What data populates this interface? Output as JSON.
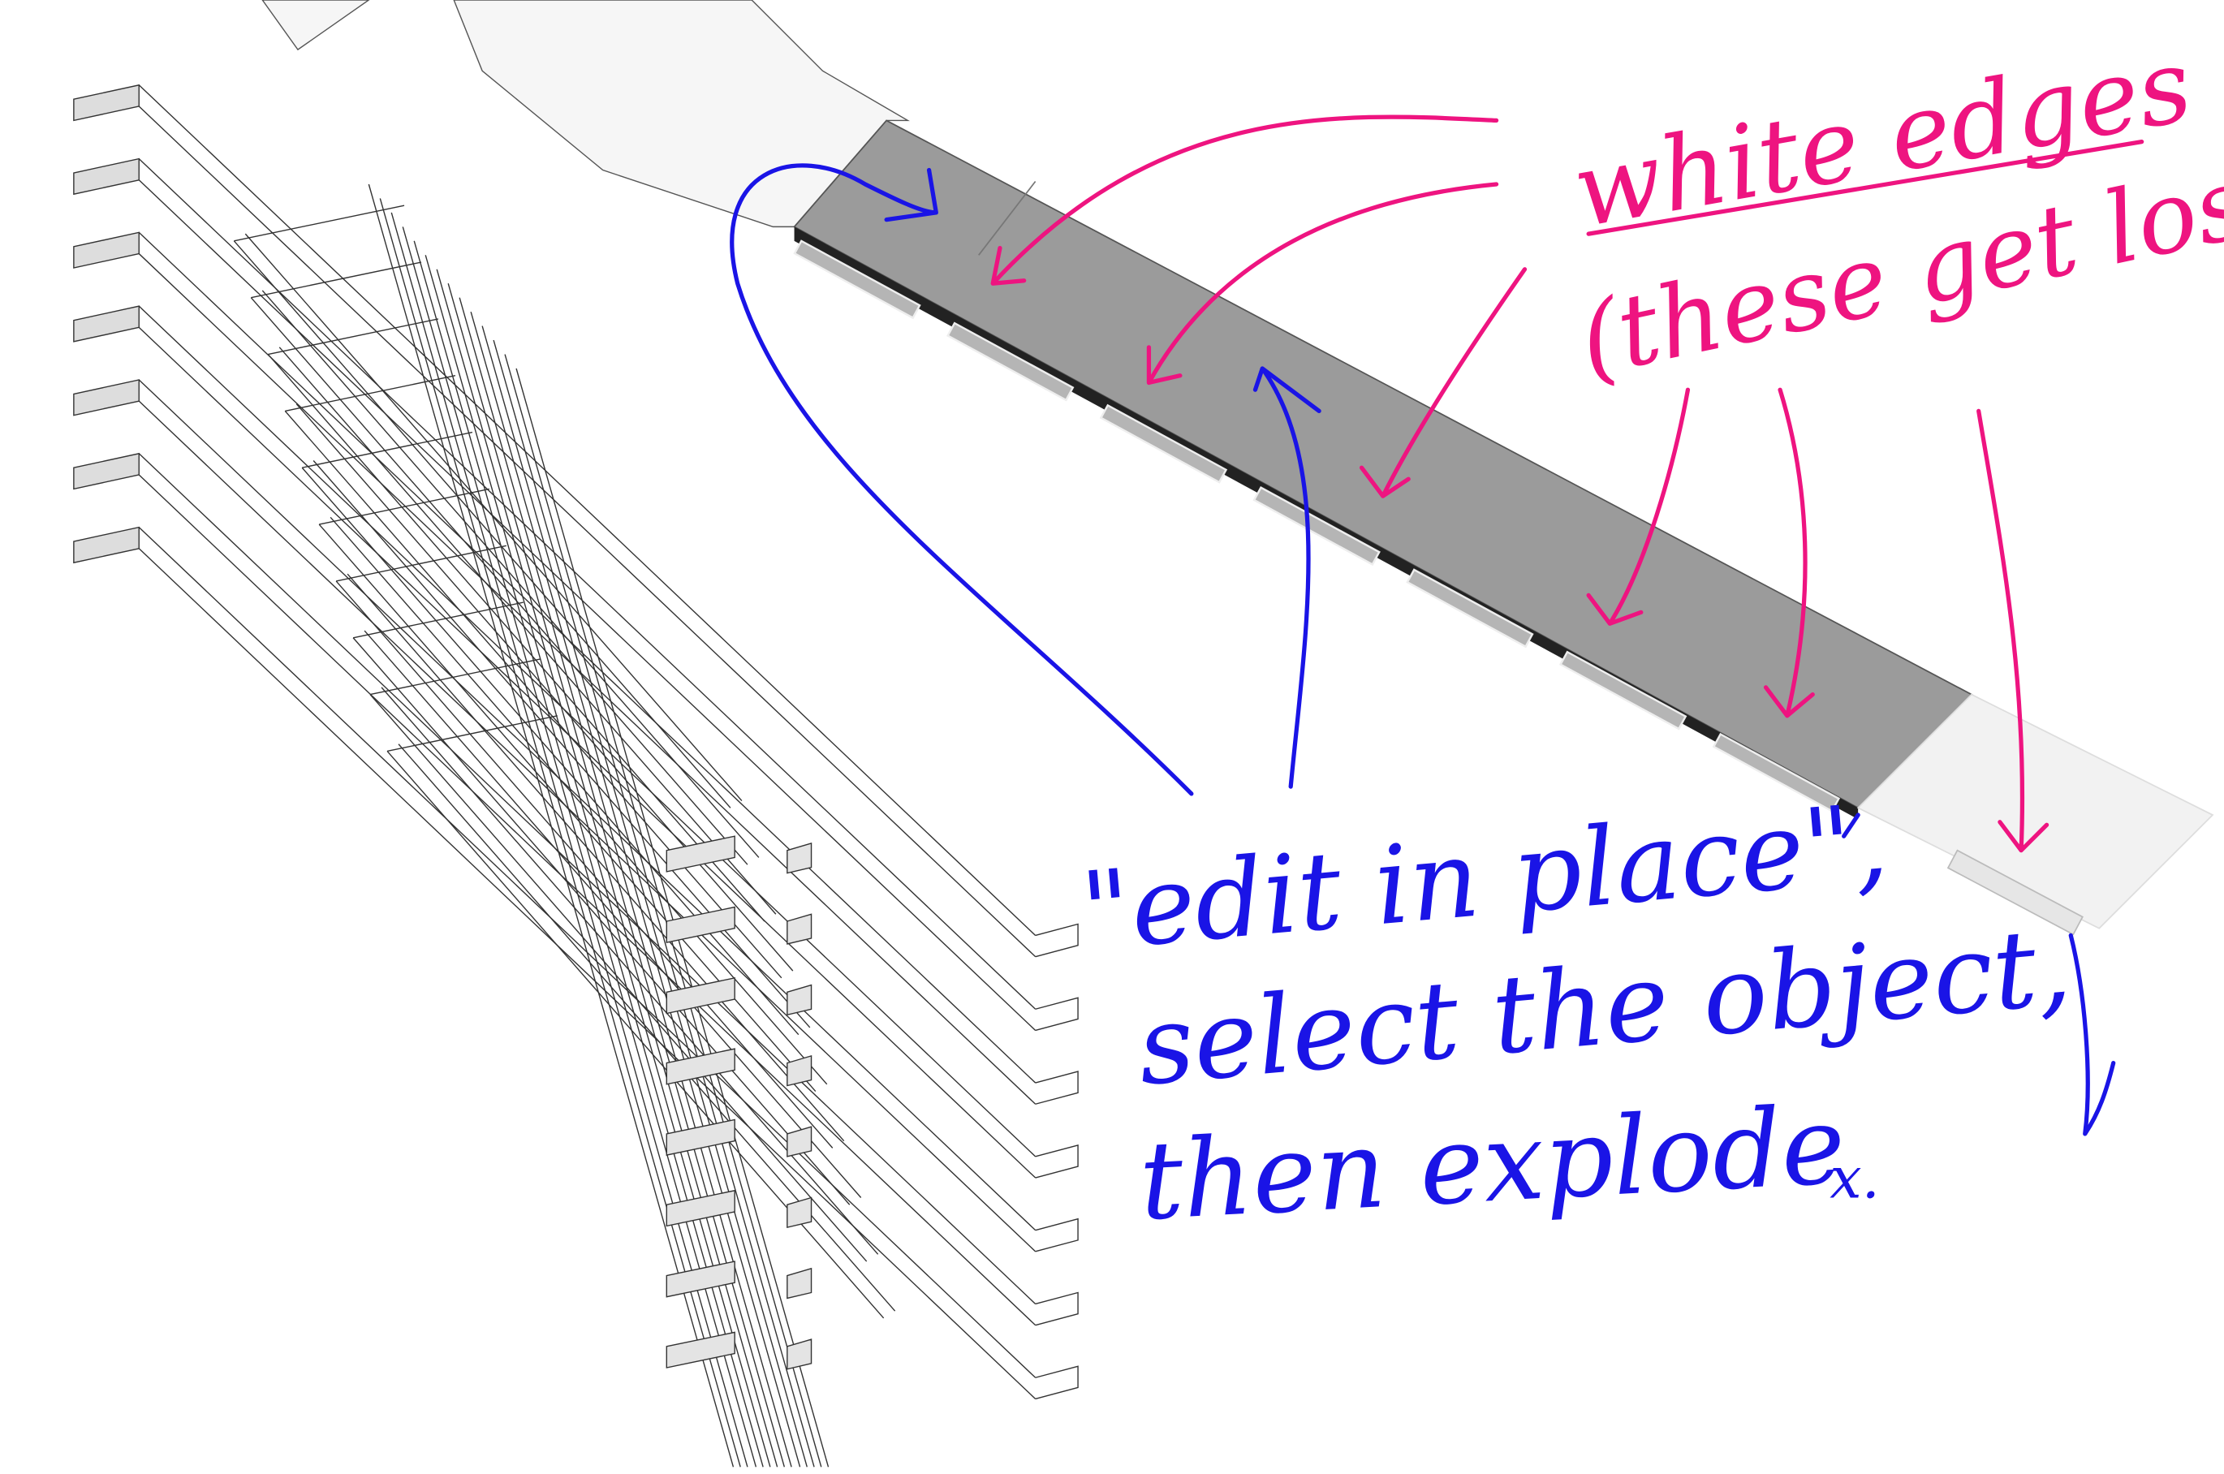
{
  "annotations": {
    "pink_title": "white edges",
    "pink_subtitle": "(these get lost)",
    "blue_line1": "\"edit in place\",",
    "blue_line2": "select the object,",
    "blue_line3": "then explode",
    "blue_mark": "x."
  },
  "colors": {
    "pink": "#ee1480",
    "blue": "#1a14e6",
    "slab": "#9a9a9a",
    "wire": "#333333"
  }
}
